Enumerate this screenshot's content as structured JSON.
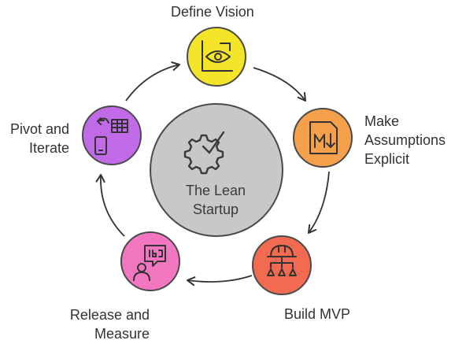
{
  "center": {
    "line1": "The Lean",
    "line2": "Startup",
    "icon": "gear-check-icon",
    "color": "#c8c8c8"
  },
  "steps": [
    {
      "id": "define-vision",
      "lines": [
        "Define Vision"
      ],
      "icon": "eye-chart-icon",
      "color": "#f5e52a"
    },
    {
      "id": "make-assumptions",
      "lines": [
        "Make",
        "Assumptions",
        "Explicit"
      ],
      "icon": "markdown-icon",
      "color": "#f5a04a"
    },
    {
      "id": "build-mvp",
      "lines": [
        "Build MVP"
      ],
      "icon": "hardhat-network-icon",
      "color": "#f26a4f"
    },
    {
      "id": "release-measure",
      "lines": [
        "Release and",
        "Measure"
      ],
      "icon": "person-speech-icon",
      "color": "#f277c0"
    },
    {
      "id": "pivot-iterate",
      "lines": [
        "Pivot and",
        "Iterate"
      ],
      "icon": "device-swap-icon",
      "color": "#c06ae8"
    }
  ]
}
